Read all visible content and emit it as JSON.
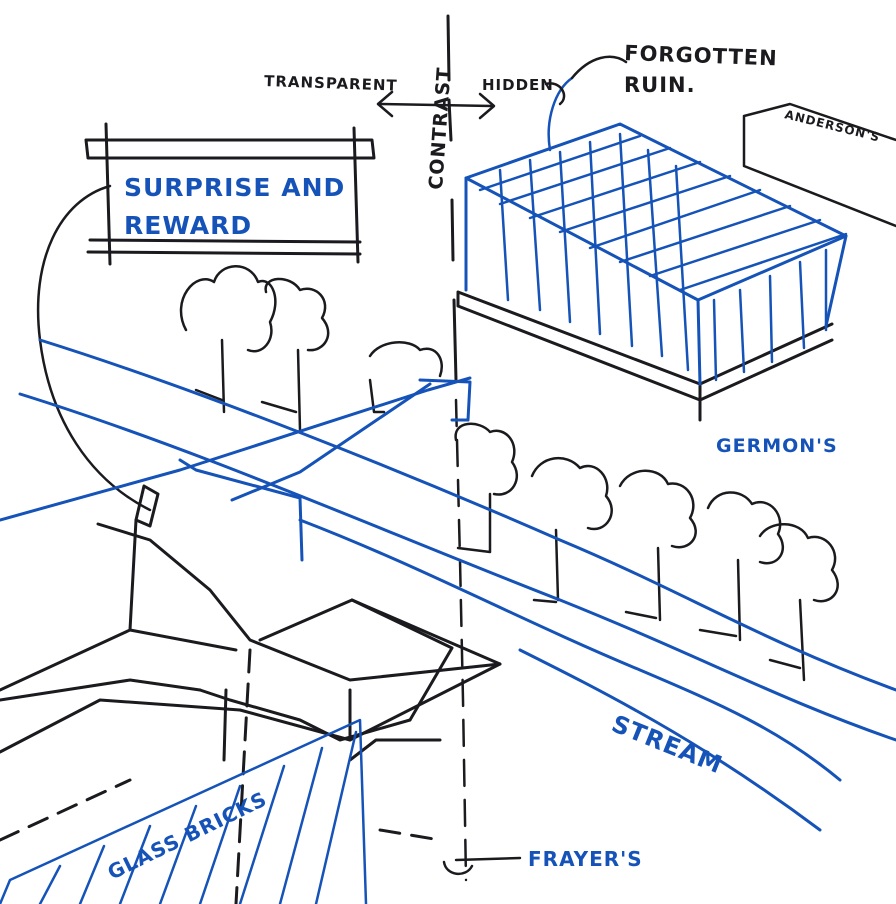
{
  "colors": {
    "black_ink": "#1b1b1f",
    "blue_ink": "#1553b8",
    "paper": "#ffffff"
  },
  "labels": {
    "transparent": "TRANSPARENT",
    "contrast": "CONTRAST",
    "hidden": "HIDDEN",
    "forgotten_line1": "FORGOTTEN",
    "forgotten_line2": "RUIN.",
    "andersons": "ANDERSON'S",
    "surprise_line1": "SURPRISE AND",
    "surprise_line2": "REWARD",
    "germons": "GERMON'S",
    "stream": "STREAM",
    "glass_bricks": "GLASS BRICKS",
    "frayers": "FRAYER'S"
  }
}
